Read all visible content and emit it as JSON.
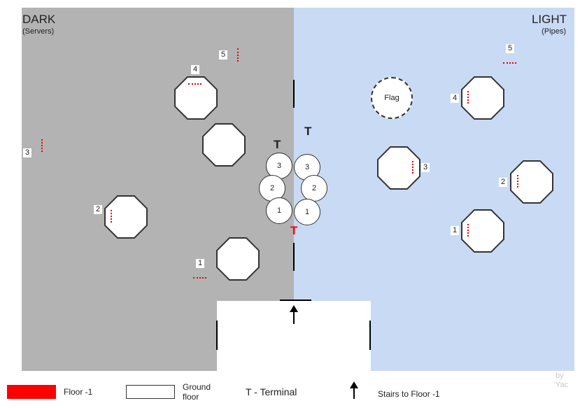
{
  "zones": {
    "dark": {
      "title": "DARK",
      "subtitle": "(Servers)"
    },
    "light": {
      "title": "LIGHT",
      "subtitle": "(Pipes)"
    }
  },
  "flag": {
    "label": "Flag"
  },
  "terminal_glyph": "T",
  "dark_markers": [
    "1",
    "2",
    "3",
    "4",
    "5"
  ],
  "light_markers": [
    "1",
    "2",
    "3",
    "4",
    "5"
  ],
  "circles_left": [
    "3",
    "2",
    "1"
  ],
  "circles_right": [
    "3",
    "2",
    "1"
  ],
  "legend": {
    "floor_minus_1": "Floor -1",
    "ground_floor_line1": "Ground",
    "ground_floor_line2": "floor",
    "terminal": "T - Terminal",
    "stairs": "Stairs to Floor -1"
  },
  "credit": {
    "line1": "by",
    "line2": "Yac"
  },
  "colors": {
    "dark_zone": "#b3b3b3",
    "light_zone": "#c9daf5",
    "floor_minus_1": "#ff0000",
    "terminal_highlight": "#ff0000"
  }
}
